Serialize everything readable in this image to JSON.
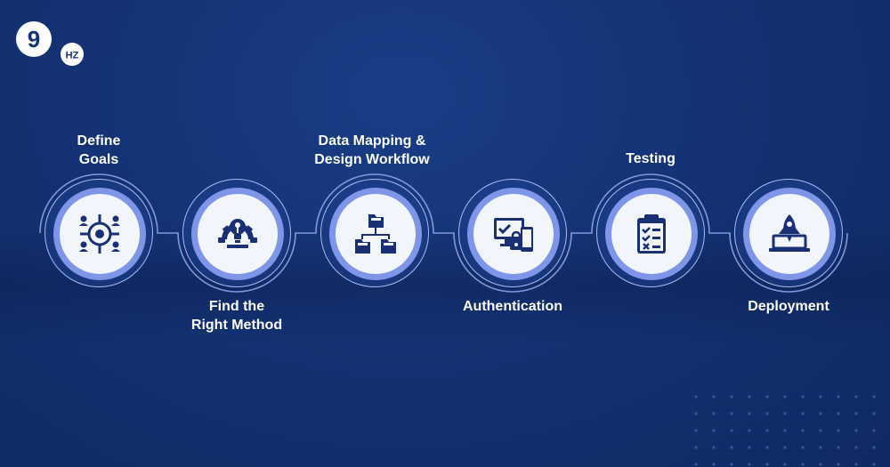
{
  "brand": {
    "logo_mark": "9",
    "logo_text": "HZ"
  },
  "colors": {
    "background": "#143274",
    "accent": "#7f95e8",
    "icon": "#1b2f75",
    "label": "#ffffff"
  },
  "steps": [
    {
      "label_lines": [
        "Define",
        "Goals"
      ],
      "icon": "target-team-icon",
      "label_position": "above"
    },
    {
      "label_lines": [
        "Find the",
        "Right Method"
      ],
      "icon": "gear-lightbulb-icon",
      "label_position": "below"
    },
    {
      "label_lines": [
        "Data Mapping &",
        "Design Workflow"
      ],
      "icon": "folder-hierarchy-icon",
      "label_position": "above"
    },
    {
      "label_lines": [
        "Authentication"
      ],
      "icon": "secure-devices-icon",
      "label_position": "below"
    },
    {
      "label_lines": [
        "Testing"
      ],
      "icon": "checklist-clipboard-icon",
      "label_position": "above"
    },
    {
      "label_lines": [
        "Deployment"
      ],
      "icon": "rocket-laptop-icon",
      "label_position": "below"
    }
  ]
}
